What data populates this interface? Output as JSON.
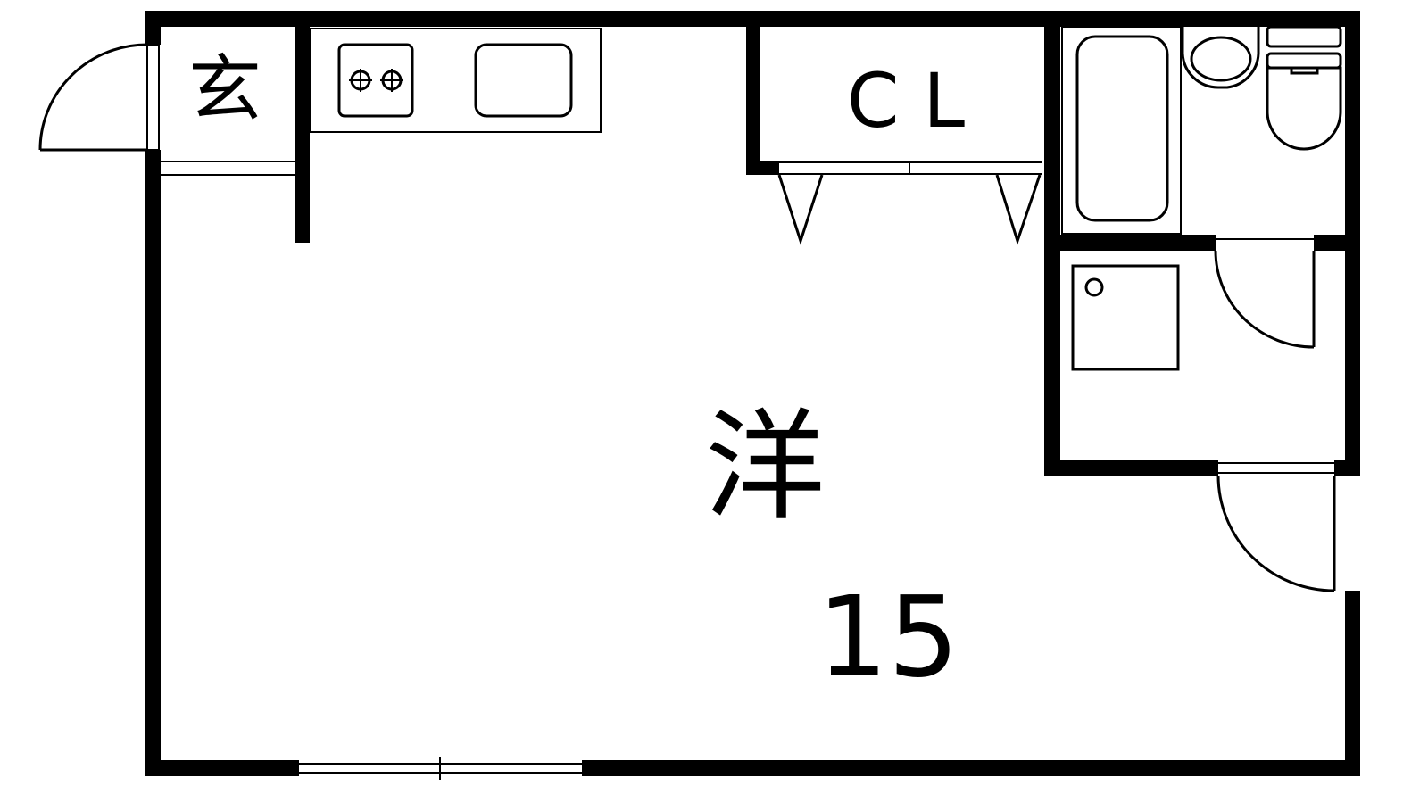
{
  "rooms": {
    "entrance": {
      "label": "玄"
    },
    "closet": {
      "label": "C L"
    },
    "western_room": {
      "label": "洋",
      "size": "15"
    }
  },
  "colors": {
    "wall": "#000000",
    "background": "#ffffff"
  }
}
